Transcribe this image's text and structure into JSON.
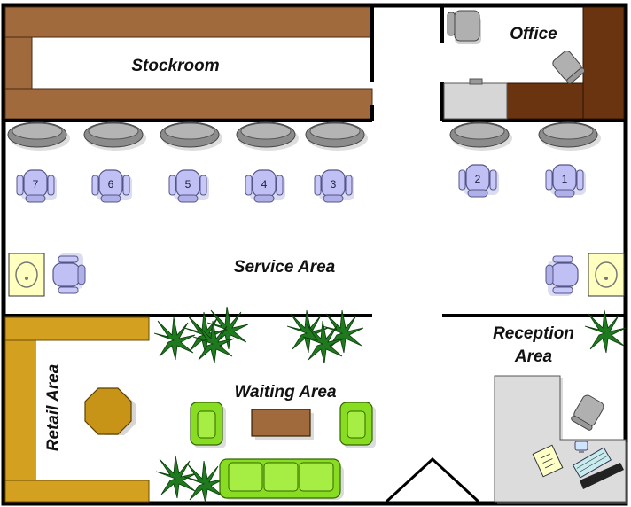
{
  "rooms": {
    "stockroom": "Stockroom",
    "office": "Office",
    "service_area": "Service Area",
    "retail_area": "Retail Area",
    "waiting_area": "Waiting Area",
    "reception_line1": "Reception",
    "reception_line2": "Area"
  },
  "stations": {
    "s1": "1",
    "s2": "2",
    "s3": "3",
    "s4": "4",
    "s5": "5",
    "s6": "6",
    "s7": "7"
  },
  "colors": {
    "wall": "#000000",
    "shelf": "#a06a3c",
    "office_desk": "#6b3410",
    "retail_shelf": "#d4a020",
    "retail_table": "#c89418",
    "chair_blue": "#b8b8f0",
    "sofa_green": "#88dd22",
    "plant": "#1f7a1f",
    "sink": "#ffffc0",
    "dryer": "#8a8a8a",
    "desk_grey": "#dcdcdc"
  }
}
